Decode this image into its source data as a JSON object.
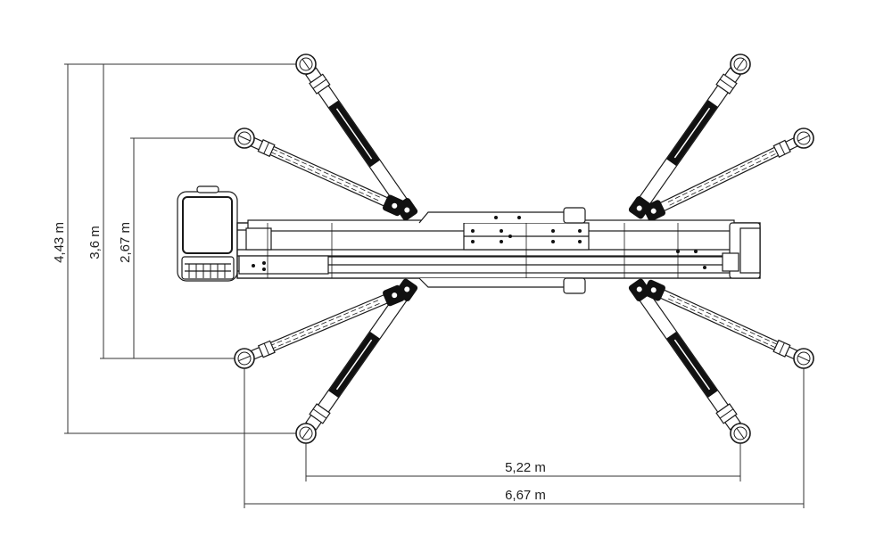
{
  "dimensions": {
    "height_outer": "4,43 m",
    "height_mid": "3,6 m",
    "height_inner": "2,67 m",
    "width_inner": "5,22 m",
    "width_outer": "6,67 m"
  },
  "colors": {
    "line": "#1a1a1a",
    "dim_line": "#333333",
    "fill_dark": "#111111",
    "fill_light": "#ffffff"
  }
}
